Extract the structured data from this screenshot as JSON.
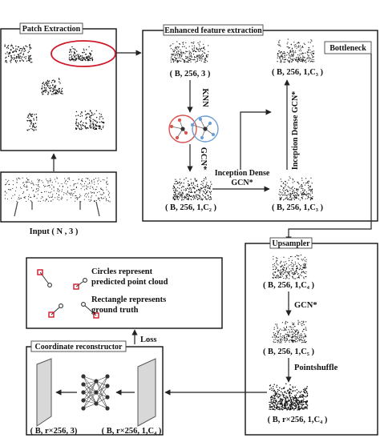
{
  "panels": {
    "patch_extraction": "Patch Extraction",
    "enhanced": "Enhanced feature extraction",
    "bottleneck": "Bottleneck",
    "upsampler": "Upsampler",
    "coordinate_reconstructor": "Coordinate reconstructor"
  },
  "input_label": "Input ( N , 3 )",
  "enhanced": {
    "shape_a": "( B, 256, 3 )",
    "shape_c3_top": "( B, 256, 1,C₃ )",
    "shape_c2": "( B, 256, 1,C₂ )",
    "shape_c3_bottom": "( B, 256, 1,C₃ )",
    "knn": "KNN",
    "gcn": "GCN*",
    "inception_line1": "Inception Dense",
    "inception_line2": "GCN*",
    "inception_vertical": "Inception Dense GCN*"
  },
  "upsampler": {
    "shape_c4": "( B, 256, 1,C₄ )",
    "gcn": "GCN*",
    "shape_c5": "( B, 256, 1,C₅ )",
    "pointshuffle": "Pointshuffle",
    "shape_r_c4": "( B, r×256, 1,C₄ )"
  },
  "legend": {
    "circles_line1": "Circles represent",
    "circles_line2": "predicted point cloud",
    "rect_line1": "Rectangle represents",
    "rect_line2": "ground truth"
  },
  "loss": "Loss",
  "reconstructor": {
    "shape_out": "( B, r×256, 3)",
    "shape_in": "( B, r×256, 1,C₄ )"
  },
  "colors": {
    "highlight": "#d0182a",
    "graph_red": "#d9534f",
    "graph_blue": "#6a9fd4"
  }
}
